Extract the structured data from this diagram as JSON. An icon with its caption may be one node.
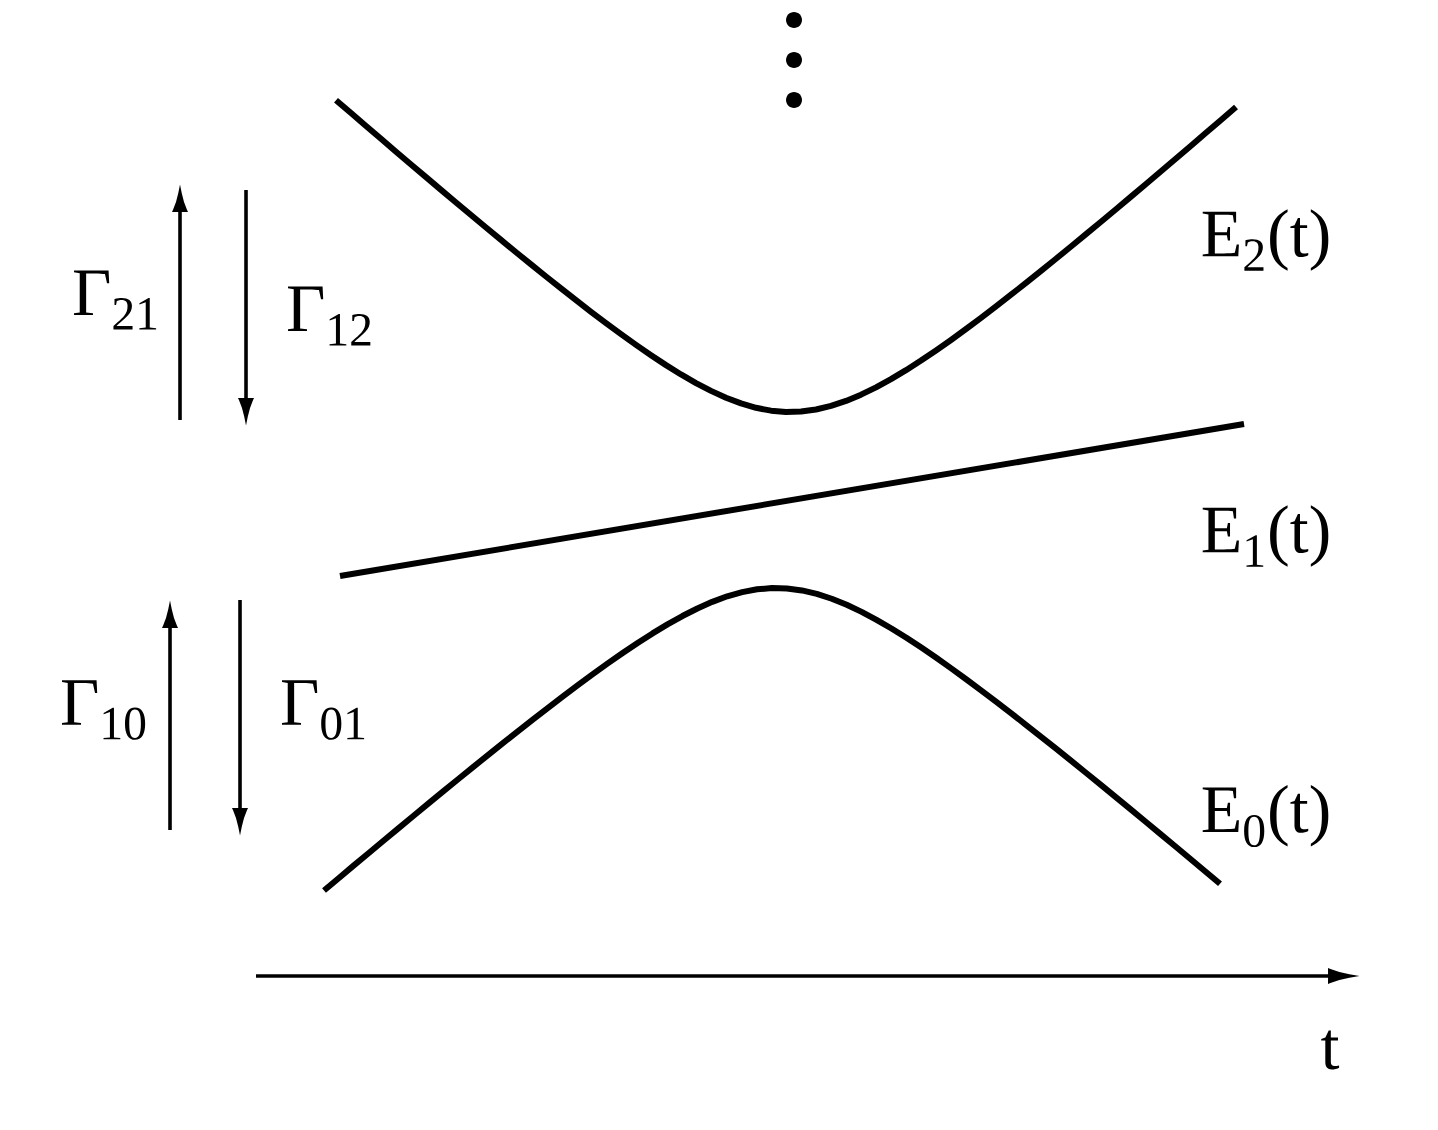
{
  "diagram": {
    "labels": [
      "Γ$_{21}$",
      "Γ$_{12}$",
      "E$_{2}$(t)",
      "E$_{1}$(t)",
      "Γ$_{10}$",
      "Γ$_{01}$",
      "E$_{0}$(t)",
      "t"
    ]
  }
}
